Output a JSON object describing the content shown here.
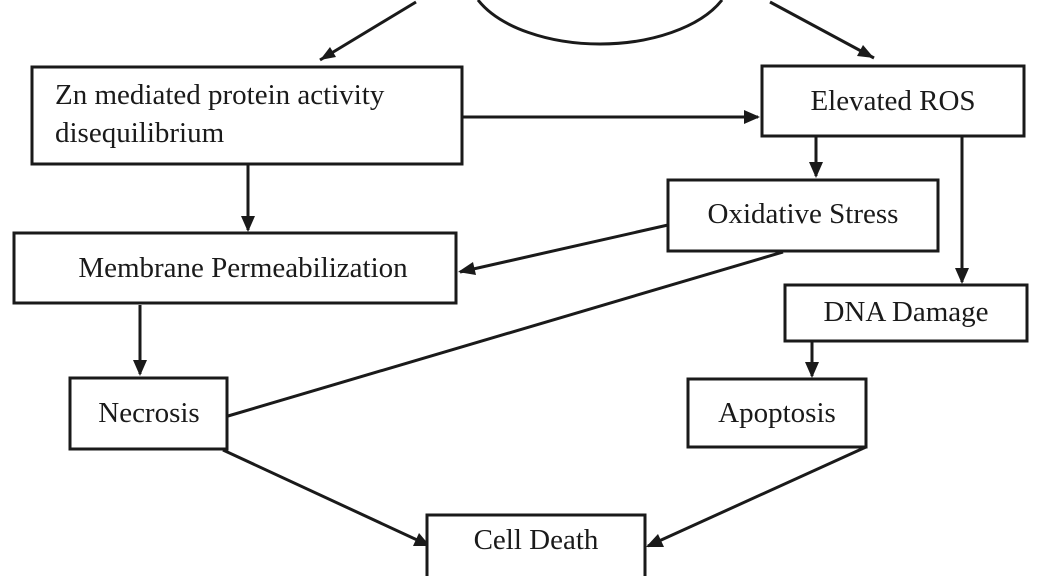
{
  "nodes": {
    "zn": {
      "lines": [
        "Zn mediated protein activity",
        "disequilibrium"
      ]
    },
    "ros": {
      "label": "Elevated ROS"
    },
    "oxidative": {
      "label": "Oxidative Stress"
    },
    "membrane": {
      "label": "Membrane Permeabilization"
    },
    "dna": {
      "label": "DNA Damage"
    },
    "necrosis": {
      "label": "Necrosis"
    },
    "apoptosis": {
      "label": "Apoptosis"
    },
    "celldeath": {
      "label": "Cell Death"
    }
  },
  "edges": [
    {
      "from": "source-circle",
      "to": "zn"
    },
    {
      "from": "source-circle",
      "to": "ros"
    },
    {
      "from": "zn",
      "to": "ros"
    },
    {
      "from": "zn",
      "to": "membrane"
    },
    {
      "from": "ros",
      "to": "oxidative"
    },
    {
      "from": "ros",
      "to": "dna"
    },
    {
      "from": "oxidative",
      "to": "membrane"
    },
    {
      "from": "oxidative",
      "to": "necrosis"
    },
    {
      "from": "membrane",
      "to": "necrosis"
    },
    {
      "from": "dna",
      "to": "apoptosis"
    },
    {
      "from": "necrosis",
      "to": "celldeath"
    },
    {
      "from": "apoptosis",
      "to": "celldeath"
    }
  ],
  "colors": {
    "line": "#1a1a1a",
    "background": "#ffffff"
  }
}
